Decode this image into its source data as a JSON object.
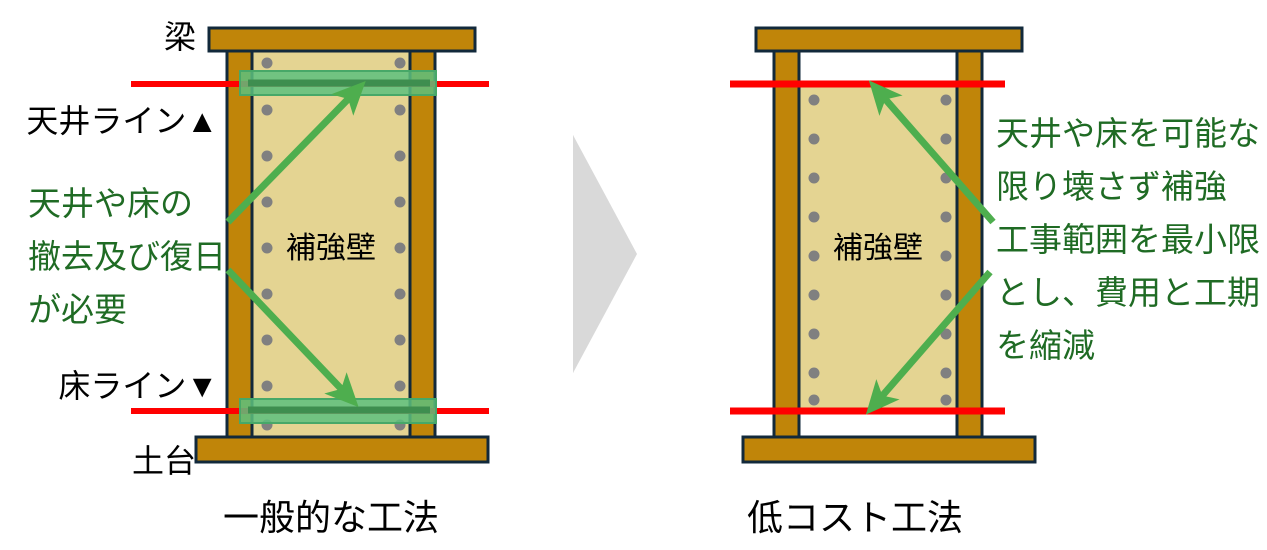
{
  "figure": {
    "type": "comparison-diagram",
    "title_left": "一般的な工法",
    "title_right": "低コスト工法"
  },
  "colors": {
    "timber": "#C08509",
    "timber_outline": "#12293B",
    "wall_panel": "#E4D492",
    "wall_outline": "#12293B",
    "screw_dot": "#808080",
    "line_red": "#FF0000",
    "arrow_green": "#4EAE4E",
    "band_green_fill": "#5DC07E",
    "band_green_stroke": "#3E8E4F",
    "text_green": "#1F6B24",
    "center_arrow": "#D9D9D9",
    "background": "#FFFFFF"
  },
  "left_panel": {
    "labels": {
      "beam": "梁",
      "ceiling_line": "天井ライン▲",
      "floor_line": "床ライン▼",
      "sill": "土台",
      "wall": "補強壁"
    },
    "callout": {
      "lines": [
        "天井や床の",
        "撤去及び復日",
        "が必要"
      ]
    },
    "caption": "一般的な工法"
  },
  "right_panel": {
    "labels": {
      "wall": "補強壁"
    },
    "callout": {
      "lines": [
        "天井や床を可能な",
        "限り壊さず補強",
        "工事範囲を最小限",
        "とし、費用と工期",
        "を縮減"
      ]
    },
    "caption": "低コスト工法"
  },
  "center": {
    "arrow_name": "right-chevron-arrow"
  }
}
